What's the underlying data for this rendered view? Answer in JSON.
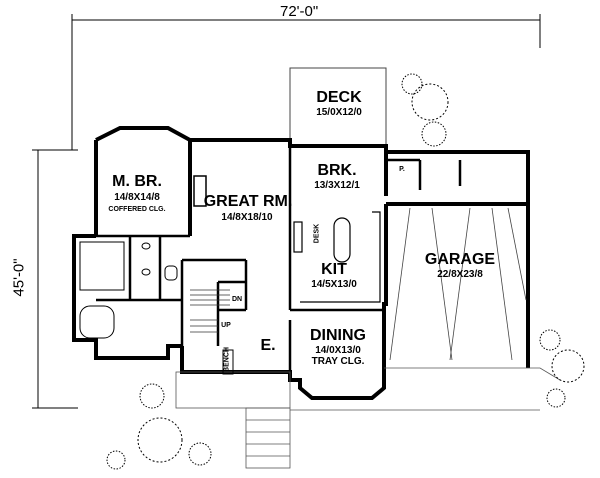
{
  "dimensions": {
    "width": "72'-0\"",
    "depth": "45'-0\""
  },
  "rooms": {
    "deck": {
      "name": "DECK",
      "size": "15/0X12/0"
    },
    "master_bedroom": {
      "name": "M. BR.",
      "size": "14/8X14/8",
      "note": "COFFERED CLG."
    },
    "great_room": {
      "name": "GREAT RM.",
      "size": "14/8X18/10"
    },
    "breakfast": {
      "name": "BRK.",
      "size": "13/3X12/1"
    },
    "kitchen": {
      "name": "KIT",
      "size": "14/5X13/0"
    },
    "dining": {
      "name": "DINING",
      "size": "14/0X13/0",
      "note": "TRAY CLG."
    },
    "garage": {
      "name": "GARAGE",
      "size": "22/8X23/8"
    },
    "entry": {
      "name": "E."
    }
  },
  "small_labels": {
    "down": "DN",
    "up": "UP",
    "bench": "BENCH",
    "desk": "DESK",
    "pantry": "P."
  },
  "colors": {
    "wall": "#000000",
    "line": "#555555",
    "background": "#ffffff"
  }
}
